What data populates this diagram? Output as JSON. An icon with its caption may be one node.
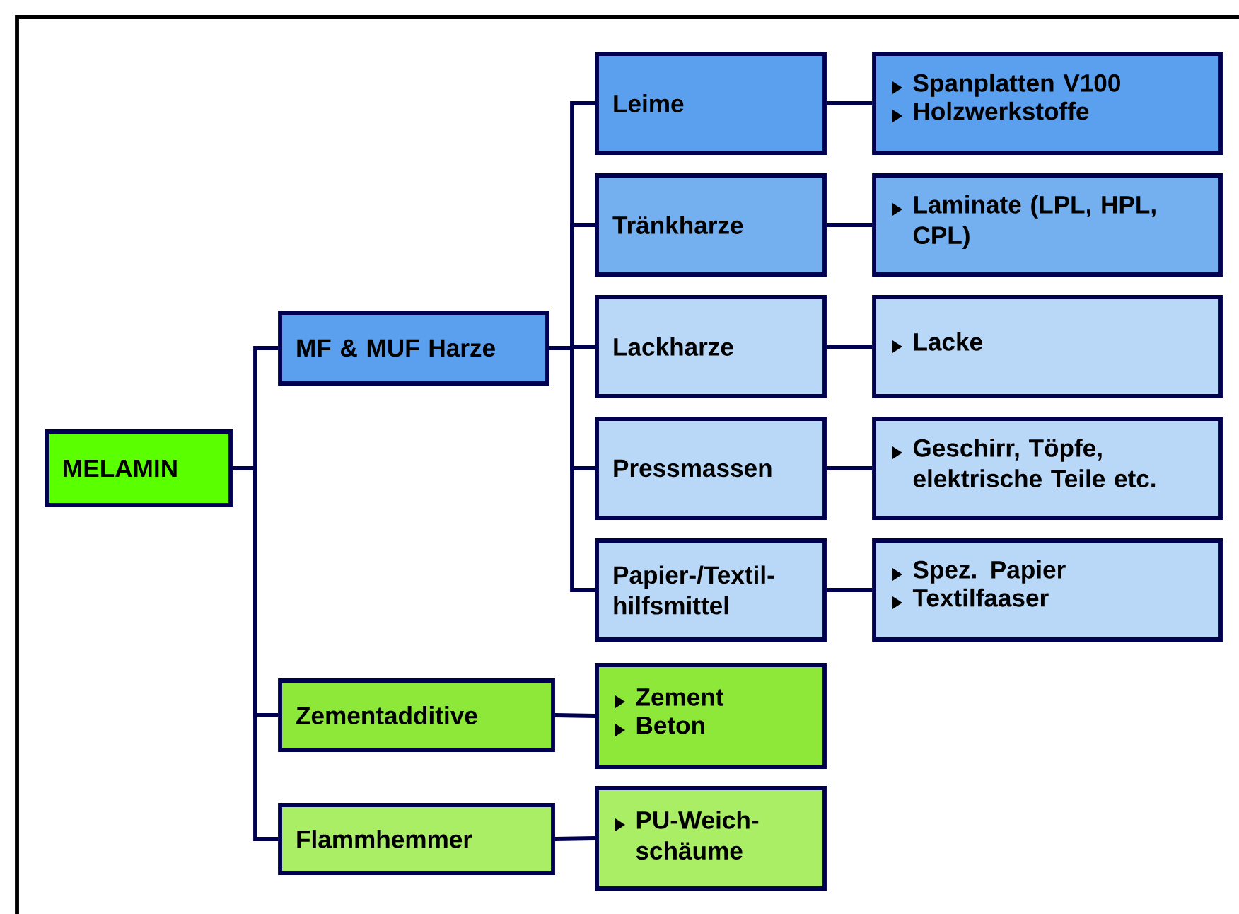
{
  "diagram": {
    "nodes": [
      {
        "text": [
          "MELAMIN"
        ]
      },
      {
        "text": [
          "MF & MUF Harze"
        ]
      },
      {
        "text": [
          "Leime"
        ]
      },
      {
        "text": [
          "Spanplatten V100",
          "Holzwerkstoffe"
        ]
      },
      {
        "text": [
          "Tränkharze"
        ]
      },
      {
        "text": [
          "Laminate (LPL, HPL, CPL)"
        ]
      },
      {
        "text": [
          "Lackharze"
        ]
      },
      {
        "text": [
          "Lacke"
        ]
      },
      {
        "text": [
          "Pressmassen"
        ]
      },
      {
        "text": [
          "Geschirr, Töpfe, elektrische Teile etc."
        ]
      },
      {
        "text": [
          "Papier-/Textil- hilfsmittel"
        ]
      },
      {
        "text": [
          "Spez. Papier",
          "Textilfaaser"
        ]
      },
      {
        "text": [
          "Zementadditive"
        ]
      },
      {
        "text": [
          "Zement",
          "Beton"
        ]
      },
      {
        "text": [
          "Flammhemmer"
        ]
      },
      {
        "text": [
          "PU-Weich- schäume"
        ]
      }
    ],
    "edges": [
      {
        "from": 0,
        "to": 1,
        "arrow": "none"
      },
      {
        "from": 0,
        "to": 12,
        "arrow": "none"
      },
      {
        "from": 0,
        "to": 14,
        "arrow": "none"
      },
      {
        "from": 1,
        "to": 2,
        "arrow": "none"
      },
      {
        "from": 1,
        "to": 4,
        "arrow": "none"
      },
      {
        "from": 1,
        "to": 6,
        "arrow": "none"
      },
      {
        "from": 1,
        "to": 8,
        "arrow": "none"
      },
      {
        "from": 1,
        "to": 10,
        "arrow": "none"
      },
      {
        "from": 2,
        "to": 3,
        "arrow": "none"
      },
      {
        "from": 4,
        "to": 5,
        "arrow": "none"
      },
      {
        "from": 6,
        "to": 7,
        "arrow": "none"
      },
      {
        "from": 8,
        "to": 9,
        "arrow": "none"
      },
      {
        "from": 10,
        "to": 11,
        "arrow": "none"
      },
      {
        "from": 12,
        "to": 13,
        "arrow": "none"
      },
      {
        "from": 14,
        "to": 15,
        "arrow": "none"
      }
    ]
  }
}
